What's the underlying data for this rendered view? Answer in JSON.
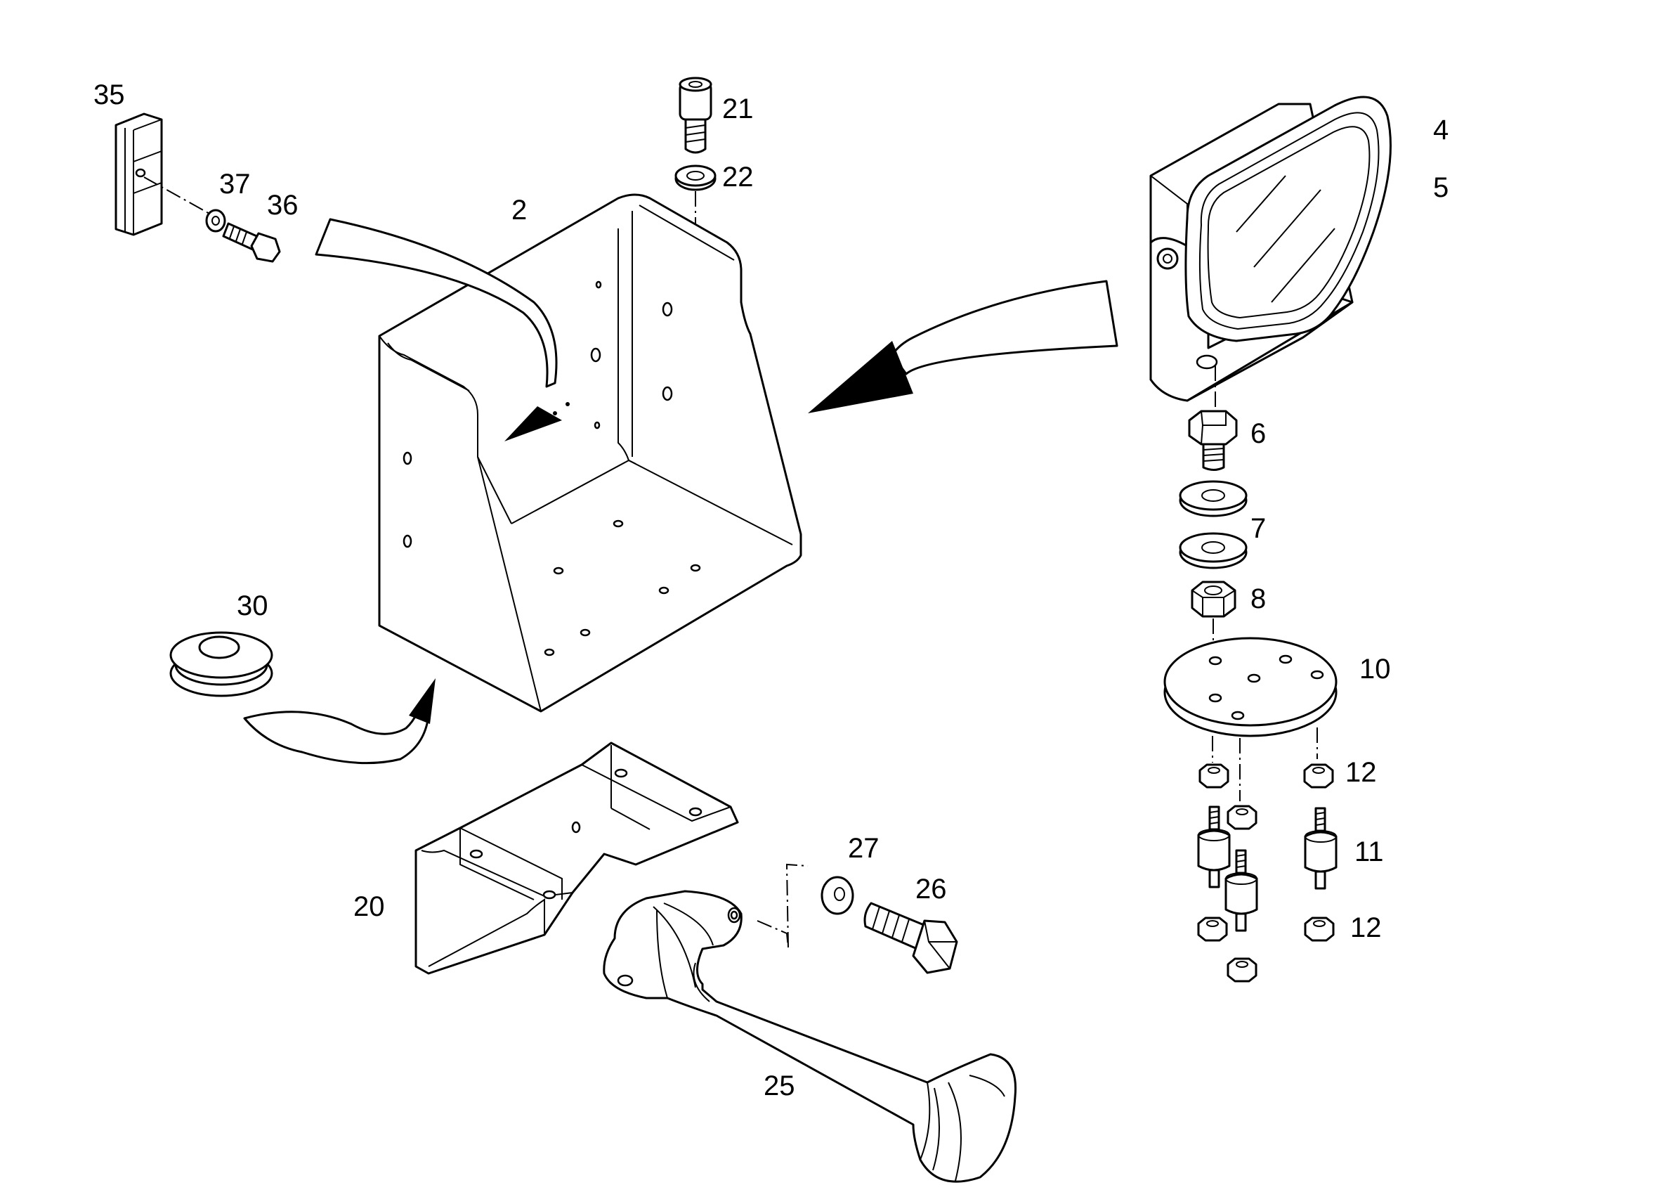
{
  "callouts": {
    "c35": "35",
    "c37": "37",
    "c36": "36",
    "c21": "21",
    "c22": "22",
    "c2": "2",
    "c4": "4",
    "c5": "5",
    "c6": "6",
    "c7": "7",
    "c8": "8",
    "c10": "10",
    "c12a": "12",
    "c11": "11",
    "c12b": "12",
    "c30": "30",
    "c20": "20",
    "c27": "27",
    "c26": "26",
    "c25": "25"
  },
  "colors": {
    "line": "#000000",
    "background": "#ffffff"
  }
}
